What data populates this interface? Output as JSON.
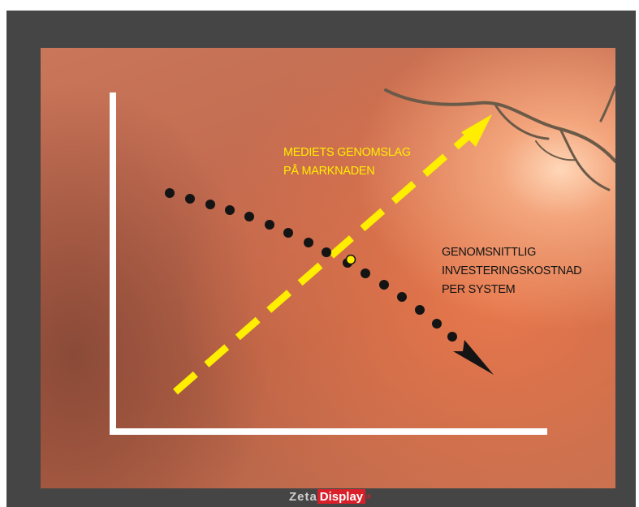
{
  "labels": {
    "media_reach": [
      "MEDIETS GENOMSLAG",
      "PÅ MARKNADEN"
    ],
    "avg_cost": [
      "GENOMSNITTLIG",
      "INVESTERINGSKOSTNAD",
      "PER SYSTEM"
    ]
  },
  "brand": {
    "part1": "Zeta",
    "part2": "Display",
    "mark": "®"
  },
  "colors": {
    "frame": "#454545",
    "axes": "#ffffff",
    "rising_line": "#ffee00",
    "falling_line": "#141414",
    "brand_red": "#d9202a"
  }
}
